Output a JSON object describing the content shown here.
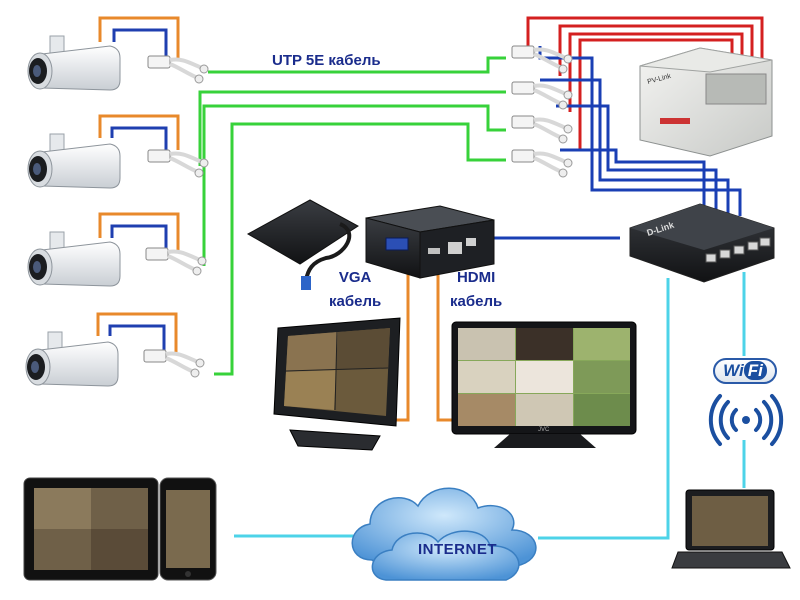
{
  "labels": {
    "utp": "UTP 5E кабель",
    "vga_line1": "VGA",
    "vga_line2": "кабель",
    "hdmi_line1": "HDMI",
    "hdmi_line2": "кабель",
    "internet": "INTERNET",
    "wifi_a": "Wi",
    "wifi_b": "Fi"
  },
  "devices": {
    "power_supply_brand": "PV-Link",
    "switch_brand": "D-Link",
    "monitor_brand": "JVC"
  },
  "icons": [
    "camera-icon",
    "balun-icon",
    "power-supply-icon",
    "network-switch-icon",
    "hard-drive-icon",
    "dvr-icon",
    "monitor-icon",
    "tv-icon",
    "tablet-icon",
    "phone-icon",
    "cloud-icon",
    "wifi-signal-icon",
    "laptop-icon"
  ],
  "colors": {
    "utp_cable": "#37d23a",
    "power_cable": "#d42020",
    "network_cable": "#1a3fb4",
    "camera_power_orange": "#e8892b",
    "camera_power_blue": "#1f3fb0",
    "wireless_link": "#4dd3e8",
    "video_cable": "#e8892b",
    "label_text": "#1a2c8c",
    "cloud": "#5aa2e0"
  }
}
